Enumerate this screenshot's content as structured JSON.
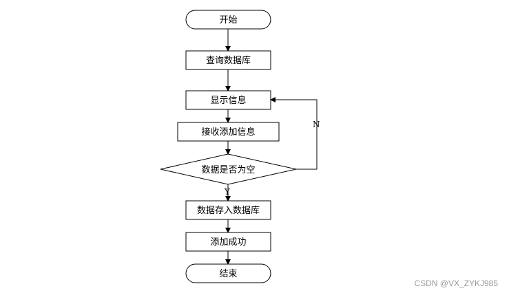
{
  "flowchart": {
    "nodes": {
      "start": "开始",
      "query_db": "查询数据库",
      "show_info": "显示信息",
      "receive_add": "接收添加信息",
      "decision_empty": "数据是否为空",
      "store_db": "数据存入数据库",
      "add_success": "添加成功",
      "end": "结束"
    },
    "edge_labels": {
      "no": "N",
      "yes": "Y"
    }
  },
  "watermark": "CSDN @VX_ZYKJ985"
}
